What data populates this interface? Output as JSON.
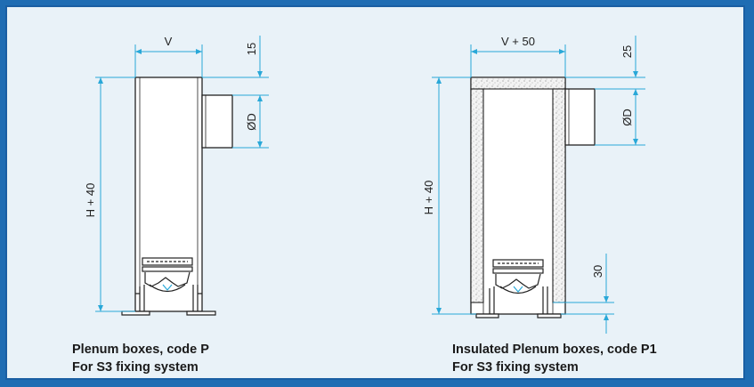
{
  "left": {
    "dims": {
      "width": "V",
      "top": "15",
      "diameter": "ØD",
      "height": "H + 40"
    },
    "caption": {
      "line1": "Plenum boxes, code P",
      "line2": "For S3 fixing system"
    }
  },
  "right": {
    "dims": {
      "width": "V + 50",
      "top": "25",
      "diameter": "ØD",
      "height": "H + 40",
      "bottom": "30"
    },
    "caption": {
      "line1": "Insulated Plenum boxes, code P1",
      "line2": "For S3 fixing system"
    }
  },
  "colors": {
    "frame_border": "#1a5fa3",
    "background": "#e9f2f8",
    "dimension": "#29a8d8",
    "outline": "#222222"
  }
}
